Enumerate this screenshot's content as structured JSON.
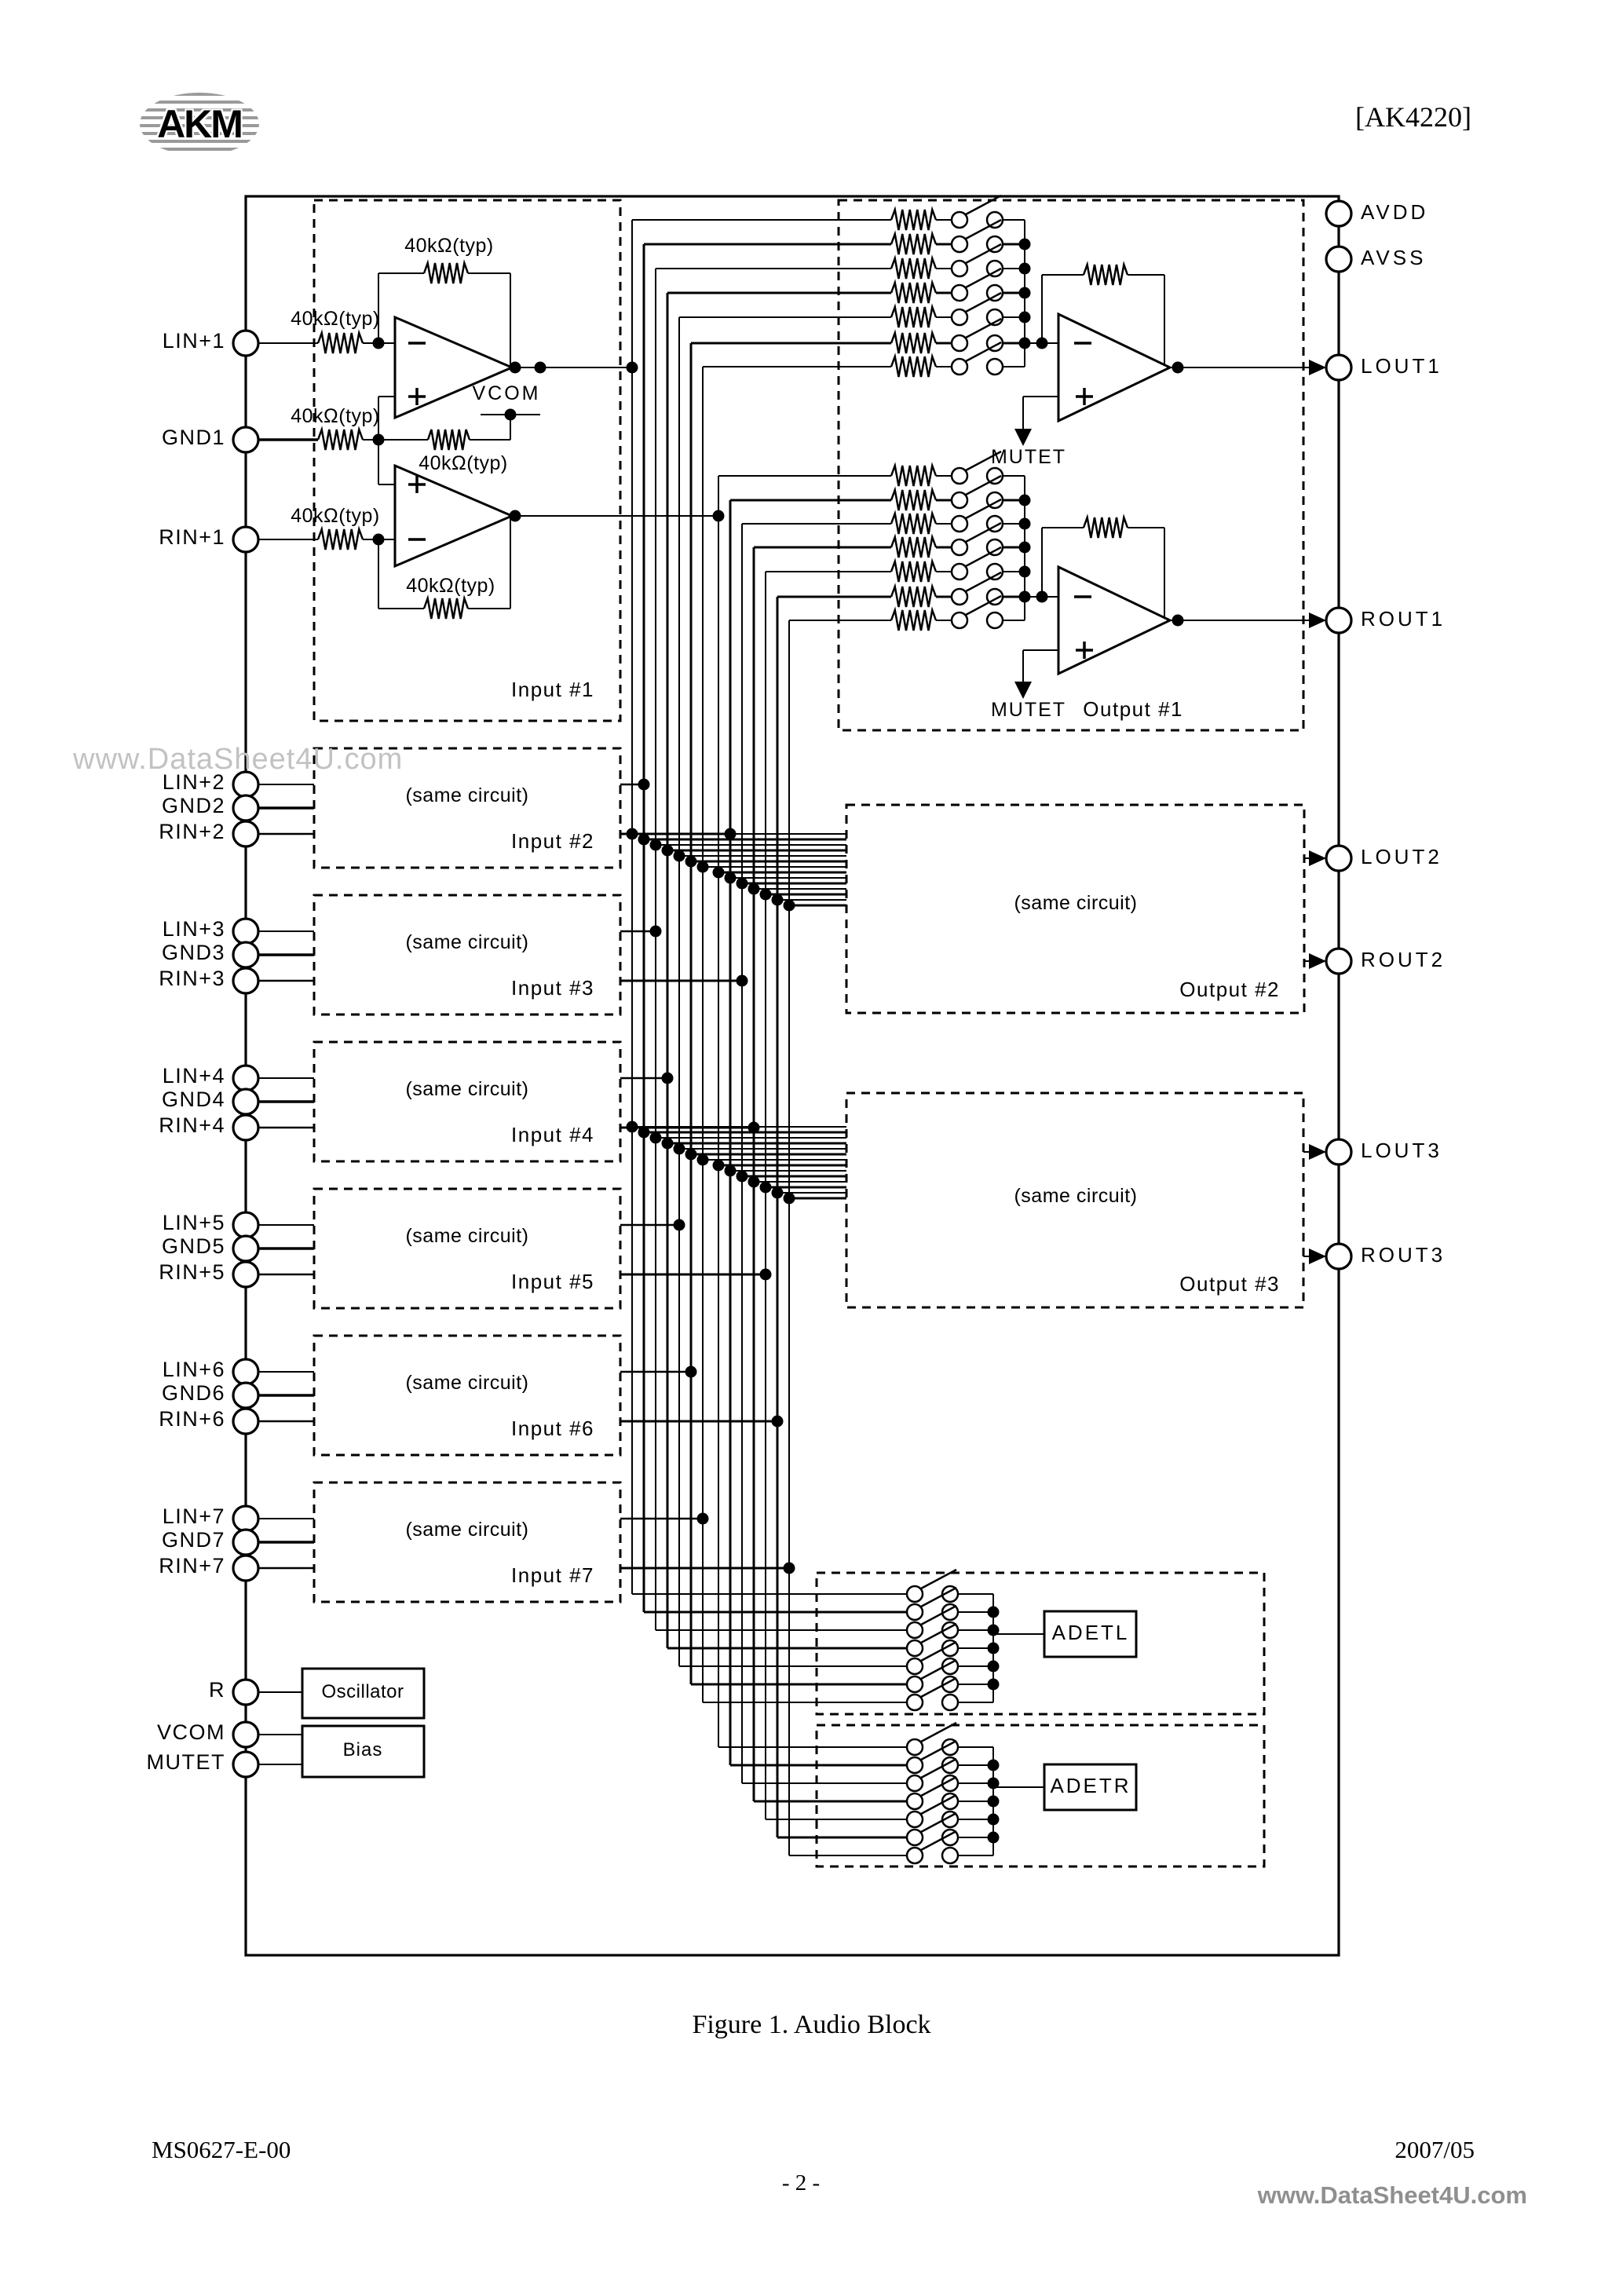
{
  "header": {
    "logo_text": "AKM",
    "part_number": "[AK4220]"
  },
  "watermark": "www.DataSheet4U.com",
  "caption": "Figure 1. Audio Block",
  "footer": {
    "doc_id": "MS0627-E-00",
    "date": "2007/05",
    "page_number": "- 2 -",
    "site": "www.DataSheet4U.com"
  },
  "pins": {
    "left": [
      "LIN+1",
      "GND1",
      "RIN+1",
      "LIN+2",
      "GND2",
      "RIN+2",
      "LIN+3",
      "GND3",
      "RIN+3",
      "LIN+4",
      "GND4",
      "RIN+4",
      "LIN+5",
      "GND5",
      "RIN+5",
      "LIN+6",
      "GND6",
      "RIN+6",
      "LIN+7",
      "GND7",
      "RIN+7",
      "R",
      "VCOM",
      "MUTET"
    ],
    "right": [
      "AVDD",
      "AVSS",
      "LOUT1",
      "ROUT1",
      "LOUT2",
      "ROUT2",
      "LOUT3",
      "ROUT3"
    ]
  },
  "blocks": {
    "input1": "Input #1",
    "inputs": [
      {
        "note": "(same circuit)",
        "label": "Input #2"
      },
      {
        "note": "(same circuit)",
        "label": "Input #3"
      },
      {
        "note": "(same circuit)",
        "label": "Input #4"
      },
      {
        "note": "(same circuit)",
        "label": "Input #5"
      },
      {
        "note": "(same circuit)",
        "label": "Input #6"
      },
      {
        "note": "(same circuit)",
        "label": "Input #7"
      }
    ],
    "output1": "Output #1",
    "outputs": [
      {
        "note": "(same circuit)",
        "label": "Output #2"
      },
      {
        "note": "(same circuit)",
        "label": "Output #3"
      }
    ],
    "adetl": "ADETL",
    "adetr": "ADETR",
    "oscillator": "Oscillator",
    "bias": "Bias"
  },
  "labels": {
    "resistor": "40kΩ(typ)",
    "vcom": "VCOM",
    "mutet": "MUTET"
  }
}
